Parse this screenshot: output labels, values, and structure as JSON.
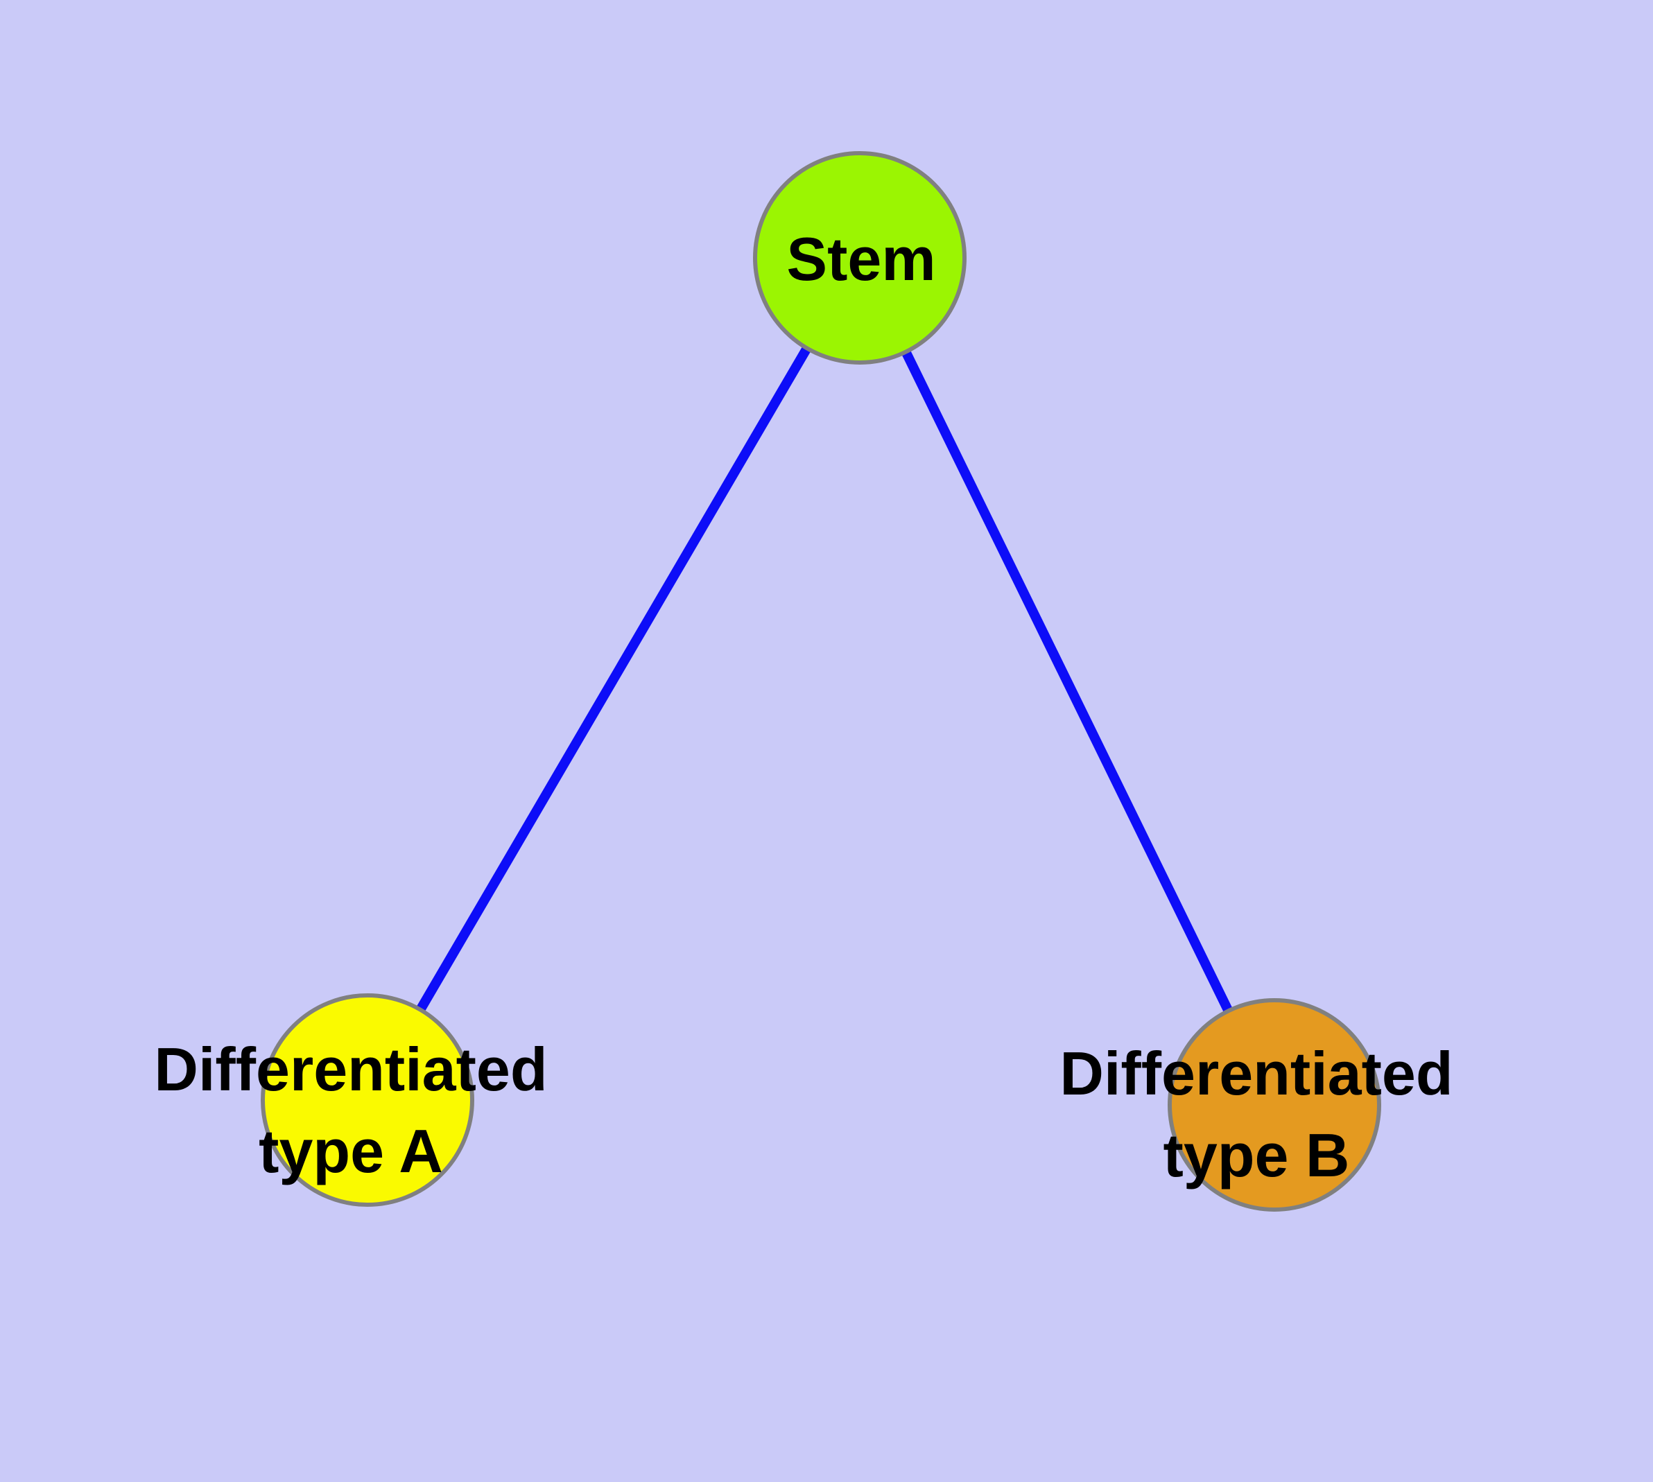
{
  "diagram": {
    "type": "graph",
    "background_color": "#cacaf8",
    "edge_color": "#0d0df8",
    "node_border_color": "#808080",
    "label_color": "#000000",
    "nodes": {
      "stem": {
        "id": "stem",
        "label": "Stem",
        "fill": "#9bf502"
      },
      "type_a": {
        "id": "type_a",
        "label": "Differentiated type A",
        "lines": [
          "Differentiated",
          "type A"
        ],
        "fill": "#fafa00"
      },
      "type_b": {
        "id": "type_b",
        "label": "Differentiated type B",
        "lines": [
          "Differentiated",
          "type B"
        ],
        "fill": "#e49a20"
      }
    },
    "edges": [
      {
        "from": "stem",
        "to": "type_a"
      },
      {
        "from": "stem",
        "to": "type_b"
      }
    ]
  }
}
